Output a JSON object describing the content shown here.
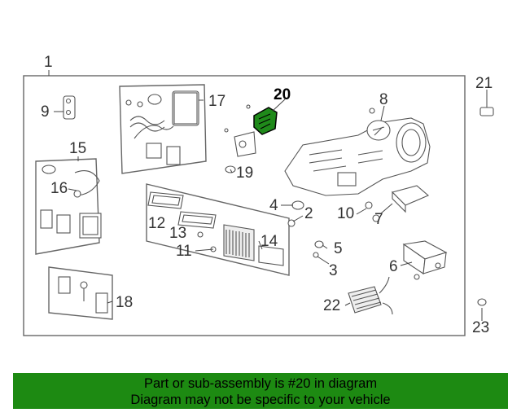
{
  "diagram": {
    "callouts": {
      "c1": "1",
      "c2": "2",
      "c3": "3",
      "c4": "4",
      "c5": "5",
      "c6": "6",
      "c7": "7",
      "c8": "8",
      "c9": "9",
      "c10": "10",
      "c11": "11",
      "c12": "12",
      "c13": "13",
      "c14": "14",
      "c15": "15",
      "c16": "16",
      "c17": "17",
      "c18": "18",
      "c19": "19",
      "c20": "20",
      "c21": "21",
      "c22": "22",
      "c23": "23"
    },
    "highlighted_part": "20",
    "highlight_color": "#1f8a1a"
  },
  "banner": {
    "line1": "Part or sub-assembly is #20 in diagram",
    "line2": "Diagram may not be specific to your vehicle",
    "background": "#1d8a12"
  }
}
